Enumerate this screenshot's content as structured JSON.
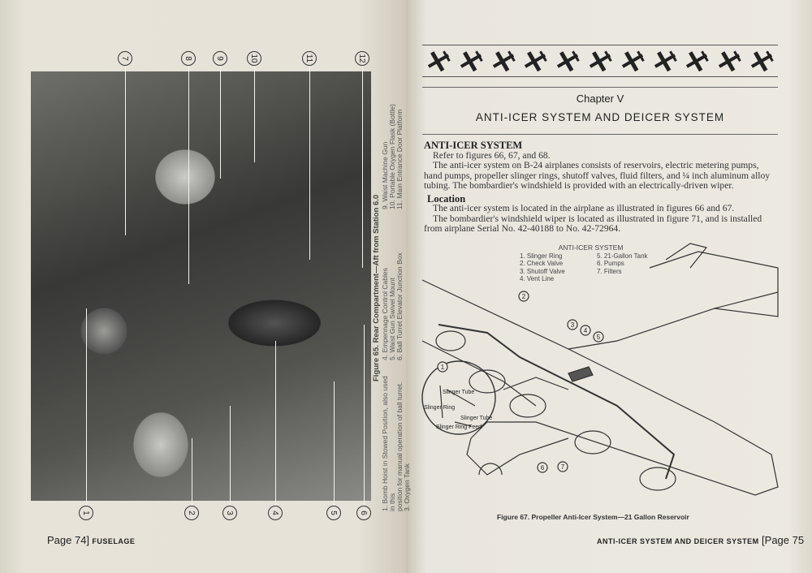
{
  "left_page": {
    "figure_caption": {
      "heading": "Figure 65.   Rear Compartment—Aft from Station 6.0",
      "items": [
        [
          "1. Bomb Hoist in Stowed Position, also used in this",
          "position for manual operation of ball turret.",
          "3. Oxygen Tank"
        ],
        [
          "4. Empennage Control Cables",
          "5. Waist Gun Swivel Mount",
          "6. Ball Turret Elevator Junction Box"
        ],
        [
          "9. Waist Machine Gun",
          "10. Portable Oxygen Flask (Bottle)",
          "11. Main Entrance Door Platform"
        ]
      ]
    },
    "callouts_top": [
      "7",
      "8",
      "9",
      "10",
      "11",
      "12"
    ],
    "callouts_bottom": [
      "1",
      "2",
      "3",
      "4",
      "5",
      "6"
    ],
    "footer_page": "Page 74]",
    "footer_section": "FUSELAGE"
  },
  "right_page": {
    "chapter": "Chapter V",
    "title": "ANTI-ICER SYSTEM AND DEICER SYSTEM",
    "section_heading": "ANTI-ICER SYSTEM",
    "paragraphs": [
      "Refer to figures 66, 67, and 68.",
      "The anti-icer system on B-24 airplanes consists of reservoirs, electric metering pumps, hand pumps, propeller slinger rings, shutoff valves, fluid filters, and ¼ inch aluminum alloy tubing. The bombardier's windshield is provided with an electrically-driven wiper."
    ],
    "subheading": "Location",
    "location_paragraphs": [
      "The anti-icer system is located in the airplane as illustrated in figures 66 and 67.",
      "The bombardier's windshield wiper is located as illustrated in figure 71, and is installed from airplane Serial No. 42-40188 to No. 42-72964."
    ],
    "legend": {
      "title": "ANTI-ICER SYSTEM",
      "items": [
        "1. Slinger Ring",
        "5. 21-Gallon Tank",
        "2. Check Valve",
        "6. Pumps",
        "3. Shutoff Valve",
        "7. Filters",
        "4. Vent Line"
      ]
    },
    "diagram_callouts": [
      "1",
      "2",
      "3",
      "4",
      "5",
      "6",
      "7"
    ],
    "inset_labels": [
      "Slinger Tube",
      "Slinger Ring",
      "Slinger Tube",
      "Slinger Ring Feed"
    ],
    "figure_caption": "Figure 67.   Propeller Anti-Icer System—21 Gallon Reservoir",
    "footer_section": "ANTI-ICER SYSTEM AND DEICER SYSTEM",
    "footer_page": "[Page 75"
  }
}
